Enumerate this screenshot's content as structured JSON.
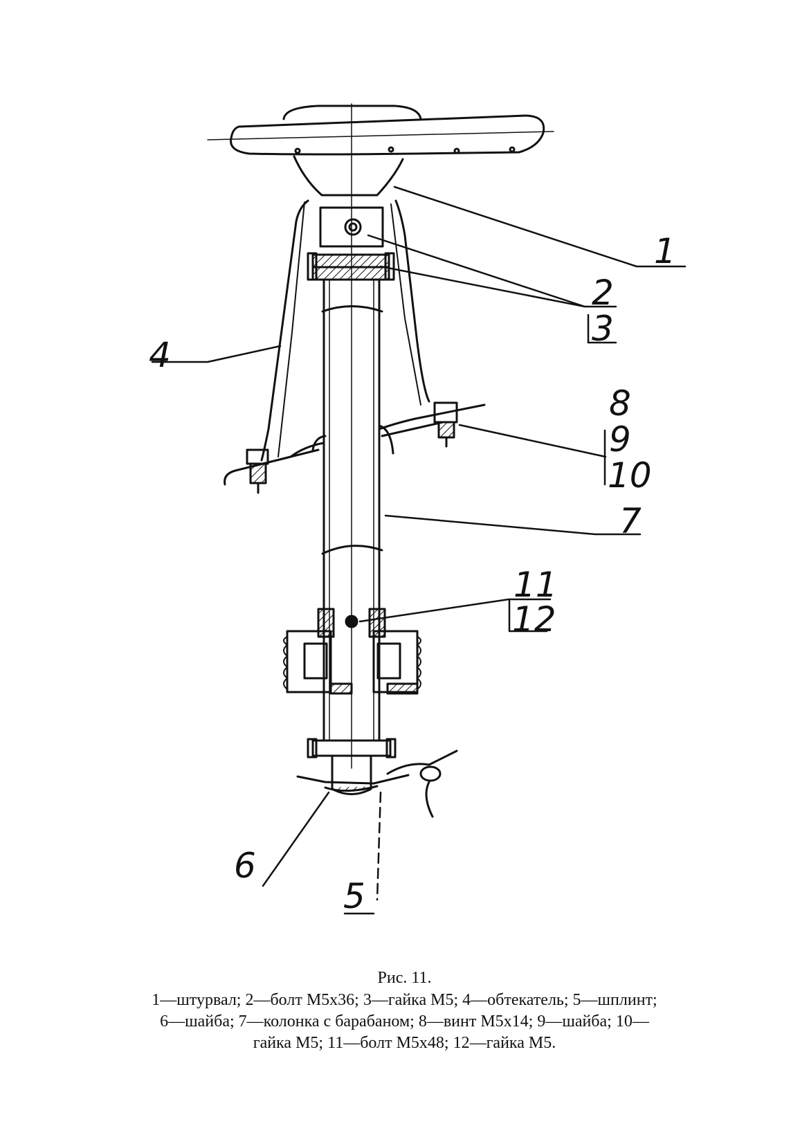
{
  "figure": {
    "callouts": [
      "1",
      "2",
      "3",
      "4",
      "5",
      "6",
      "7",
      "8",
      "9",
      "10",
      "11",
      "12"
    ]
  },
  "caption": {
    "title": "Рис. 11.",
    "legend_line1": "1—штурвал; 2—болт М5х36; 3—гайка М5; 4—обтекатель; 5—шплинт;",
    "legend_line2": "6—шайба; 7—колонка с барабаном; 8—винт М5х14; 9—шайба; 10—",
    "legend_line3": "гайка М5; 11—болт М5х48; 12—гайка М5."
  },
  "colors": {
    "ink": "#111111",
    "paper": "#ffffff"
  }
}
